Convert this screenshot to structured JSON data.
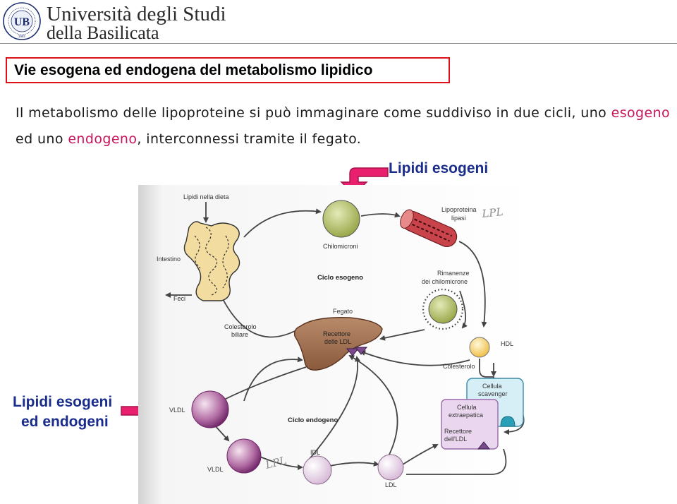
{
  "header": {
    "university_line1": "Università degli Studi",
    "university_line2": "della Basilicata",
    "seal_text": "UNIVERSITÀ DEGLI STUDI DELLA BASILICATA",
    "seal_monogram": "UB",
    "seal_year": "1982"
  },
  "slide": {
    "title": "Vie esogena ed endogena del metabolismo lipidico",
    "body": {
      "part1": "Il metabolismo delle lipoproteine si può immaginare come suddiviso in due cicli, uno ",
      "highlight1": "esogeno",
      "part2": " ed uno ",
      "highlight2": "endogeno",
      "part3": ", interconnessi tramite il fegato."
    },
    "callout_top": "Lipidi esogeni",
    "callout_bottom_line1": "Lipidi esogeni",
    "callout_bottom_line2": "ed endogeni"
  },
  "diagram": {
    "lipidi_dieta": "Lipidi nella dieta",
    "intestino": "Intestino",
    "feci": "Feci",
    "chilomicroni": "Chilomicroni",
    "lipoproteina_line1": "Lipoproteina",
    "lipoproteina_line2": "lipasi",
    "lpl_handwritten": "LPL",
    "ciclo_esogeno": "Ciclo esogeno",
    "rimanenze_line1": "Rimanenze",
    "rimanenze_line2": "dei chilomicrone",
    "colesterolo_biliare_line1": "Colesterolo",
    "colesterolo_biliare_line2": "biliare",
    "fegato": "Fegato",
    "recettore_ldl_line1": "Recettore",
    "recettore_ldl_line2": "delle LDL",
    "hdl": "HDL",
    "colesterolo": "Colesterolo",
    "cellula_scavenger_line1": "Cellula",
    "cellula_scavenger_line2": "scavenger",
    "cellula_extraepatica_line1": "Cellula",
    "cellula_extraepatica_line2": "extraepatica",
    "recettore_dell_ldl_line1": "Recettore",
    "recettore_dell_ldl_line2": "dell'LDL",
    "vldl_1": "VLDL",
    "vldl_2": "VLDL",
    "ciclo_endogeno": "Ciclo endogeno",
    "idl": "IDL",
    "ldl": "LDL",
    "lpl_handwritten_2": "LPL"
  },
  "colors": {
    "accent_red": "#e0101a",
    "highlight_pink": "#c8145a",
    "callout_blue": "#1a2d8c",
    "arrow_pink": "#e8206e"
  }
}
